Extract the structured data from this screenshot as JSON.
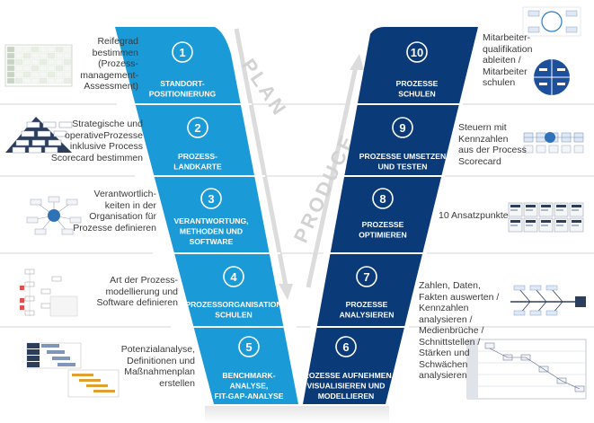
{
  "arrows": {
    "left_label": "PLAN",
    "right_label": "PRODUCE"
  },
  "colors": {
    "light_blue": "#1a9ad6",
    "dark_blue": "#0a3a78",
    "divider": "#ffffff",
    "arrow_gray": "#d9d9d9",
    "text_gray": "#3a3a3a"
  },
  "left_steps": [
    {
      "number": "1",
      "title": [
        "STANDORT-",
        "POSITIONIERUNG"
      ],
      "description": [
        "Reifegrad",
        "bestimmen",
        "(Prozess-",
        "management-",
        "Assessment)"
      ],
      "thumbnail_icon": "maturity-grid-icon"
    },
    {
      "number": "2",
      "title": [
        "PROZESS-",
        "LANDKARTE"
      ],
      "description": [
        "Strategische und",
        "operativeProzesse",
        "inklusive Process",
        "Scorecard bestimmen"
      ],
      "thumbnail_icon": "process-pyramid-icon"
    },
    {
      "number": "3",
      "title": [
        "VERANTWORTUNG,",
        "METHODEN UND",
        "SOFTWARE"
      ],
      "description": [
        "Verantwortlich-",
        "keiten in der",
        "Organisation für",
        "Prozesse definieren"
      ],
      "thumbnail_icon": "org-network-icon"
    },
    {
      "number": "4",
      "title": [
        "PROZESSORGANISATION",
        "SCHULEN"
      ],
      "description": [
        "Art der Prozess-",
        "modellierung und",
        "Software definieren"
      ],
      "thumbnail_icon": "process-model-icon"
    },
    {
      "number": "5",
      "title": [
        "BENCHMARK-",
        "ANALYSE,",
        "FIT-GAP-ANALYSE"
      ],
      "description": [
        "Potenzialanalyse,",
        "Definitionen und",
        "Maßnahmenplan",
        "erstellen"
      ],
      "thumbnail_icon": "gantt-plan-icon"
    }
  ],
  "right_steps": [
    {
      "number": "10",
      "title": [
        "PROZESSE",
        "SCHULEN"
      ],
      "description": [
        "Mitarbeiter-",
        "qualifikation",
        "ableiten /",
        "Mitarbeiter",
        "schulen"
      ],
      "thumbnail_icon": "training-cycle-icon"
    },
    {
      "number": "9",
      "title": [
        "PROZESSE UMSETZEN",
        "UND TESTEN"
      ],
      "description": [
        "Steuern mit",
        "Kennzahlen",
        "aus der Process",
        "Scorecard"
      ],
      "thumbnail_icon": "scorecard-flow-icon"
    },
    {
      "number": "8",
      "title": [
        "PROZESSE",
        "OPTIMIEREN"
      ],
      "description": [
        "10 Ansatzpunkte"
      ],
      "thumbnail_icon": "ten-points-icon"
    },
    {
      "number": "7",
      "title": [
        "PROZESSE",
        "ANALYSIEREN"
      ],
      "description": [
        "Zahlen, Daten,",
        "Fakten auswerten /",
        "Kennzahlen",
        "analysieren /",
        "Medienbrüche /",
        "Schnittstellen /",
        "Stärken und",
        "Schwächen",
        "analysieren"
      ],
      "thumbnail_icon": "fishbone-icon"
    },
    {
      "number": "6",
      "title": [
        "PROZESSE AUFNEHMEN,",
        "VISUALISIEREN UND",
        "MODELLIEREN"
      ],
      "description": [],
      "thumbnail_icon": "swimlane-icon"
    }
  ]
}
